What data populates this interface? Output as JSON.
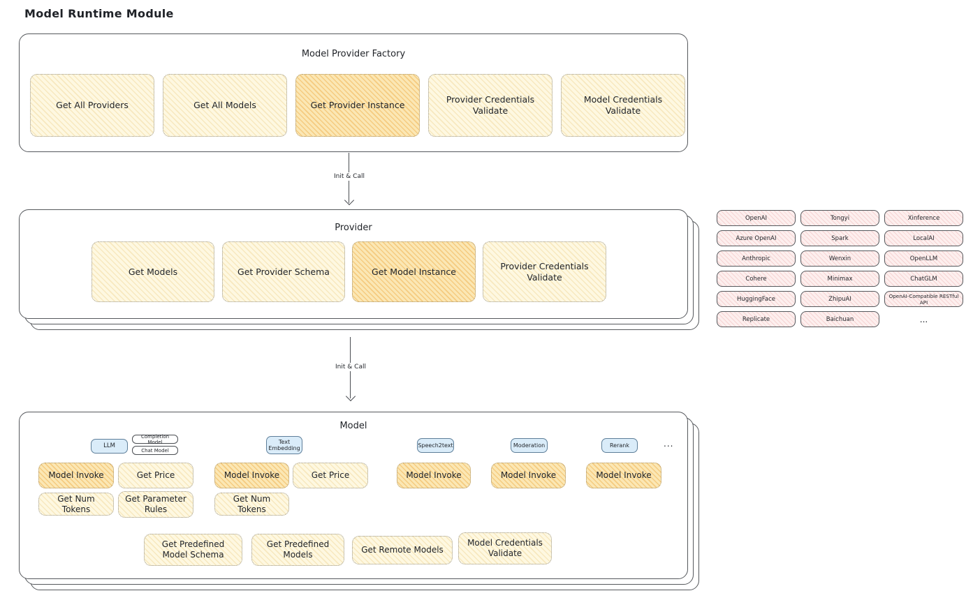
{
  "page_title": "Model Runtime Module",
  "arrow1": {
    "label": "Init & Call"
  },
  "arrow2": {
    "label": "Init & Call"
  },
  "factory": {
    "title": "Model Provider Factory",
    "items": [
      {
        "label": "Get All Providers"
      },
      {
        "label": "Get All Models"
      },
      {
        "label": "Get Provider Instance"
      },
      {
        "label": "Provider Credentials Validate"
      },
      {
        "label": "Model Credentials Validate"
      }
    ]
  },
  "provider": {
    "title": "Provider",
    "items": [
      {
        "label": "Get Models"
      },
      {
        "label": "Get Provider Schema"
      },
      {
        "label": "Get Model Instance"
      },
      {
        "label": "Provider Credentials Validate"
      }
    ]
  },
  "providers_panel": {
    "col1": [
      "OpenAI",
      "Azure OpenAI",
      "Anthropic",
      "Cohere",
      "HuggingFace",
      "Replicate"
    ],
    "col2": [
      "Tongyi",
      "Spark",
      "Wenxin",
      "Minimax",
      "ZhipuAI",
      "Baichuan"
    ],
    "col3": [
      "Xinference",
      "LocalAI",
      "OpenLLM",
      "ChatGLM",
      "OpenAI-Compatible RESTful API"
    ],
    "more": "..."
  },
  "model": {
    "title": "Model",
    "badges": {
      "llm": "LLM",
      "completion_model": "Completion Model",
      "chat_model": "Chat Model",
      "text_embedding": "Text Embedding",
      "speech2text": "Speech2text",
      "moderation": "Moderation",
      "rerank": "Rerank",
      "more": "..."
    },
    "functions": {
      "llm_invoke": "Model Invoke",
      "llm_get_price": "Get Price",
      "llm_get_num_tokens": "Get Num Tokens",
      "llm_get_parameter_rules": "Get Parameter Rules",
      "emb_invoke": "Model Invoke",
      "emb_get_price": "Get Price",
      "emb_get_num_tokens": "Get Num Tokens",
      "speech2text_invoke": "Model Invoke",
      "moderation_invoke": "Model Invoke",
      "rerank_invoke": "Model Invoke"
    },
    "bottom": [
      "Get Predefined Model Schema",
      "Get Predefined Models",
      "Get Remote Models",
      "Model Credentials Validate"
    ]
  },
  "colors": {
    "yellow_fill": "#fef8e1",
    "orange_fill": "#fbe7b4",
    "pink_fill": "#fdefee",
    "blue_fill": "#daecf9",
    "border_dark": "#55585c"
  }
}
